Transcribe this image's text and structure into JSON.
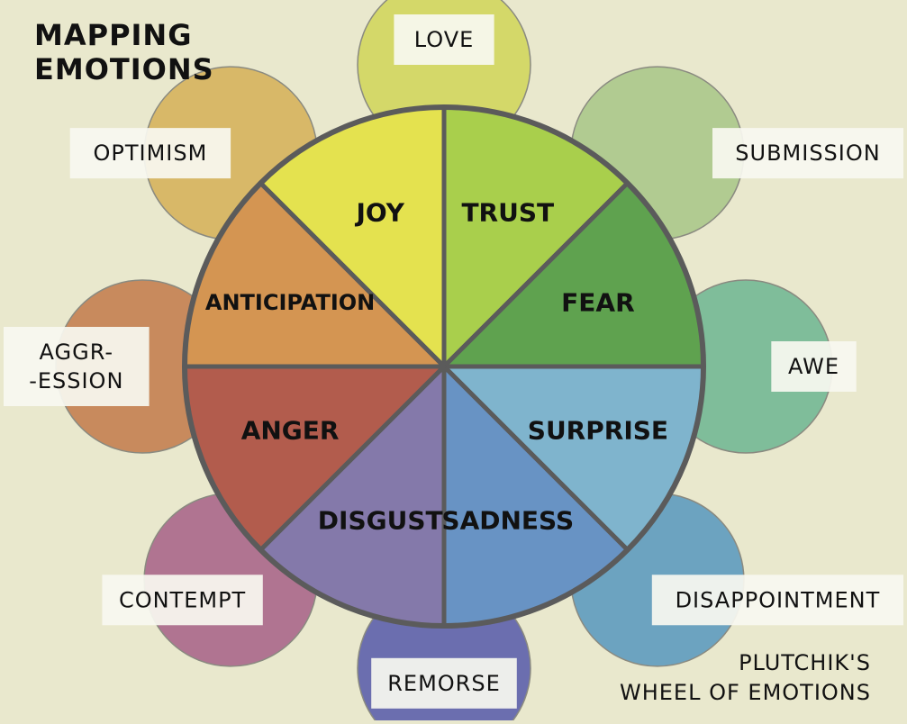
{
  "title": {
    "line1": "MAPPING",
    "line2": "EMOTIONS"
  },
  "credit": {
    "line1": "PLUTCHIK'S",
    "line2": "WHEEL OF EMOTIONS"
  },
  "primary_emotions": [
    {
      "label": "JOY",
      "color": "#e4e24f"
    },
    {
      "label": "TRUST",
      "color": "#a9cf4c"
    },
    {
      "label": "FEAR",
      "color": "#5fa24f"
    },
    {
      "label": "SURPRISE",
      "color": "#7fb4cd"
    },
    {
      "label": "SADNESS",
      "color": "#6893c4"
    },
    {
      "label": "DISGUST",
      "color": "#8479aa"
    },
    {
      "label": "ANGER",
      "color": "#b25c4d"
    },
    {
      "label": "ANTICIPATION",
      "color": "#d49552"
    }
  ],
  "dyads": [
    {
      "label": "LOVE",
      "color": "#d4d869"
    },
    {
      "label": "SUBMISSION",
      "color": "#b1cb91"
    },
    {
      "label": "AWE",
      "color": "#7fbd9a"
    },
    {
      "label": "DISAPPOINTMENT",
      "color": "#6ca3c0"
    },
    {
      "label": "REMORSE",
      "color": "#6b6eaf"
    },
    {
      "label": "CONTEMPT",
      "color": "#b07491"
    },
    {
      "label": "AGGR-\n-ESSION",
      "color": "#c88a5d"
    },
    {
      "label": "OPTIMISM",
      "color": "#d8b868"
    }
  ]
}
